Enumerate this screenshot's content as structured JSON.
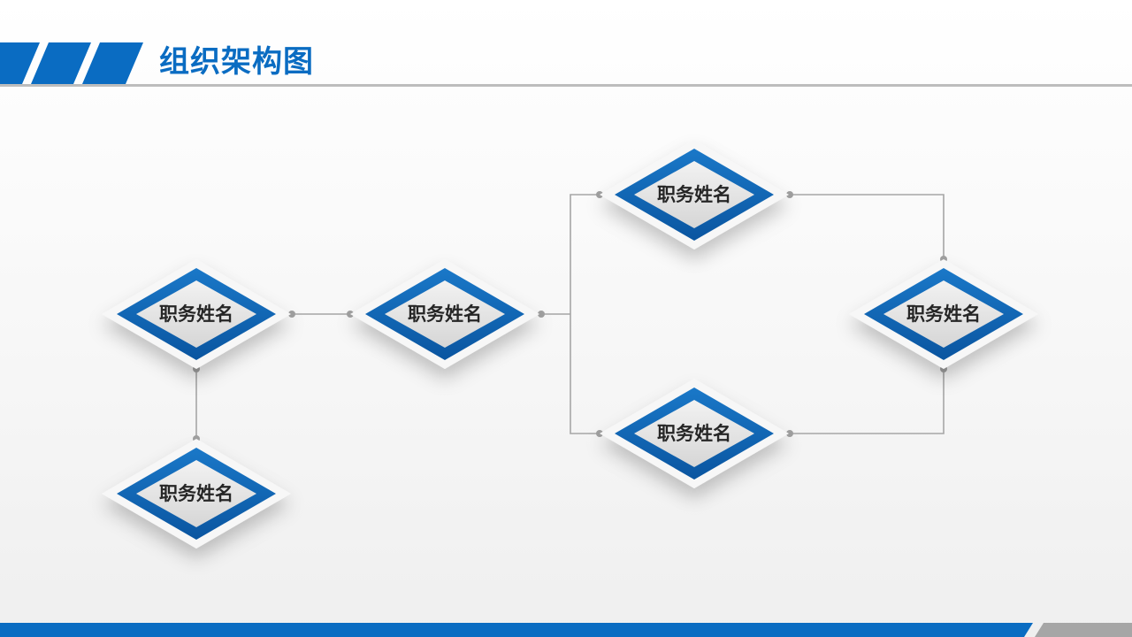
{
  "header": {
    "title": "组织架构图"
  },
  "nodes": [
    {
      "label": "职务姓名"
    },
    {
      "label": "职务姓名"
    },
    {
      "label": "职务姓名"
    },
    {
      "label": "职务姓名"
    },
    {
      "label": "职务姓名"
    },
    {
      "label": "职务姓名"
    }
  ],
  "colors": {
    "accent": "#0a6cc2",
    "line": "#a6a6a6",
    "footer_gray": "#a6a6a6"
  }
}
